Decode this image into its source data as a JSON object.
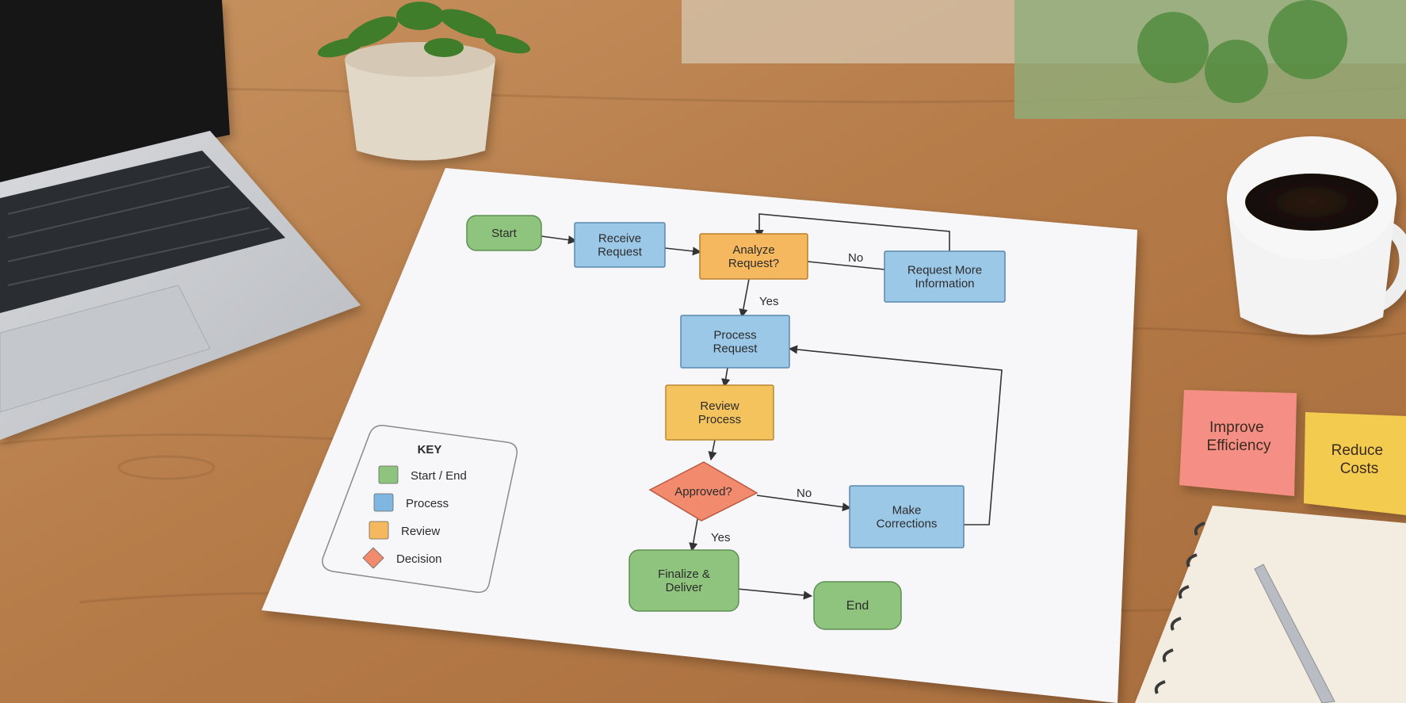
{
  "flowchart": {
    "nodes": {
      "start": {
        "label": [
          "Start"
        ],
        "color": "#8fc47e"
      },
      "receive": {
        "label": [
          "Receive",
          "Request"
        ],
        "color": "#9cc8e8"
      },
      "analyze": {
        "label": [
          "Analyze",
          "Request?"
        ],
        "color": "#f5b85f"
      },
      "more_info": {
        "label": [
          "Request More",
          "Information"
        ],
        "color": "#9cc8e8"
      },
      "process": {
        "label": [
          "Process",
          "Request"
        ],
        "color": "#9cc8e8"
      },
      "review": {
        "label": [
          "Review",
          "Process"
        ],
        "color": "#f5c35e"
      },
      "approved": {
        "label": [
          "Approved?"
        ],
        "color": "#f28a6e"
      },
      "corrections": {
        "label": [
          "Make",
          "Corrections"
        ],
        "color": "#9cc8e8"
      },
      "finalize": {
        "label": [
          "Finalize &",
          "Deliver"
        ],
        "color": "#8fc47e"
      },
      "end": {
        "label": [
          "End"
        ],
        "color": "#8fc47e"
      }
    },
    "edge_labels": {
      "analyze_no": "No",
      "analyze_yes": "Yes",
      "approved_no": "No",
      "approved_yes": "Yes"
    }
  },
  "legend": {
    "title": "KEY",
    "items": [
      {
        "label": "Start / End",
        "color": "#8fc47e",
        "shape": "square"
      },
      {
        "label": "Process",
        "color": "#7fb6e2",
        "shape": "square"
      },
      {
        "label": "Review",
        "color": "#f5b85f",
        "shape": "square"
      },
      {
        "label": "Decision",
        "color": "#f28a6e",
        "shape": "diamond"
      }
    ]
  },
  "sticky_notes": [
    {
      "text": [
        "Improve",
        "Efficiency"
      ],
      "color": "#f58f85"
    },
    {
      "text": [
        "Reduce",
        "Costs"
      ],
      "color": "#f3cc4f"
    }
  ]
}
